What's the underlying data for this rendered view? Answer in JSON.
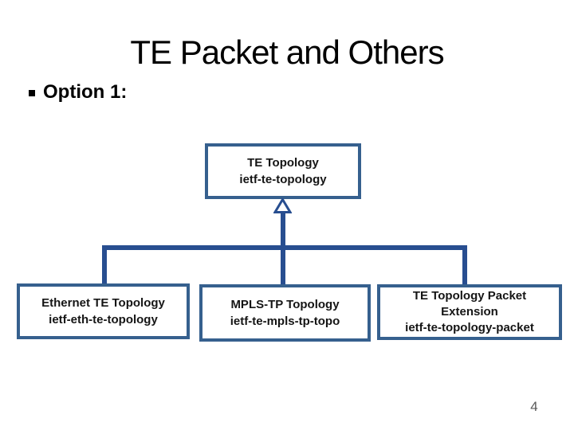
{
  "slide": {
    "title": "TE Packet and Others",
    "bullet": "Option 1:",
    "page_number": "4"
  },
  "diagram": {
    "type": "tree",
    "arrow_style": "hollow-triangle-generalization",
    "root": {
      "lines": [
        "TE Topology",
        "ietf-te-topology"
      ]
    },
    "children": [
      {
        "lines": [
          "Ethernet TE Topology",
          "ietf-eth-te-topology"
        ]
      },
      {
        "lines": [
          "MPLS-TP Topology",
          "ietf-te-mpls-tp-topo"
        ]
      },
      {
        "lines": [
          "TE Topology Packet",
          "Extension",
          "ietf-te-topology-packet"
        ]
      }
    ]
  },
  "colors": {
    "title_text": "#000000",
    "box_border": "#36608E",
    "box_text": "#151515",
    "connector": "#284E90",
    "page_number": "#595959"
  }
}
